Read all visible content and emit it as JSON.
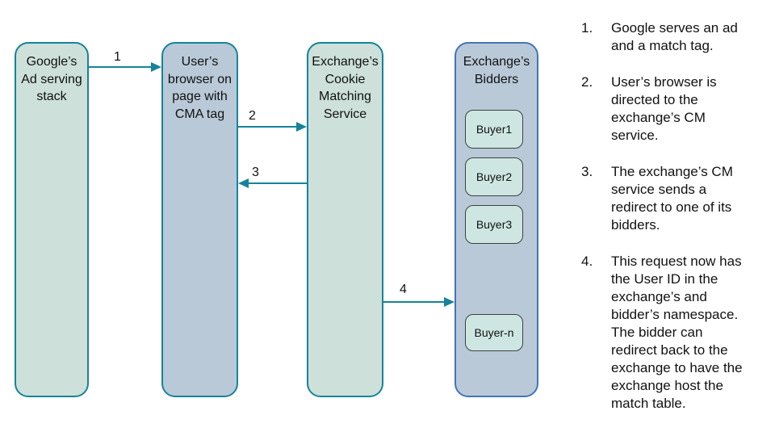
{
  "diagram": {
    "nodes": [
      {
        "id": "google",
        "label": "Google’s\nAd serving\nstack"
      },
      {
        "id": "browser",
        "label": "User’s\nbrowser on\npage with\nCMA tag"
      },
      {
        "id": "cm_service",
        "label": "Exchange’s\nCookie\nMatching\nService"
      },
      {
        "id": "bidders",
        "label": "Exchange’s\nBidders",
        "children": [
          {
            "label": "Buyer1"
          },
          {
            "label": "Buyer2"
          },
          {
            "label": "Buyer3"
          },
          {
            "label": "Buyer-n"
          }
        ]
      }
    ],
    "arrows": [
      {
        "label": "1",
        "from": "google",
        "to": "browser",
        "direction": "right"
      },
      {
        "label": "2",
        "from": "browser",
        "to": "cm_service",
        "direction": "right"
      },
      {
        "label": "3",
        "from": "cm_service",
        "to": "browser",
        "direction": "left"
      },
      {
        "label": "4",
        "from": "cm_service",
        "to": "bidders",
        "direction": "right"
      }
    ]
  },
  "steps": {
    "items": [
      {
        "number": "1.",
        "text": "Google serves an ad and a match tag."
      },
      {
        "number": "2.",
        "text": "User’s browser is directed to the exchange’s CM service."
      },
      {
        "number": "3.",
        "text": "The exchange’s CM service sends a redirect to one of its bidders."
      },
      {
        "number": "4.",
        "text": "This request now has the User ID in the exchange’s and bidder’s namespace. The bidder can redirect back to the exchange to have the exchange host the match table."
      }
    ]
  },
  "colors": {
    "teal_border": "#17839a",
    "arrow": "#17839a",
    "green_fill": "#cde0da",
    "blue_fill": "#b9c9d8",
    "bidders_border": "#4374bb",
    "buyer_fill": "#cde6e1",
    "buyer_border": "#404040",
    "text": "#111111",
    "background": "#ffffff"
  }
}
